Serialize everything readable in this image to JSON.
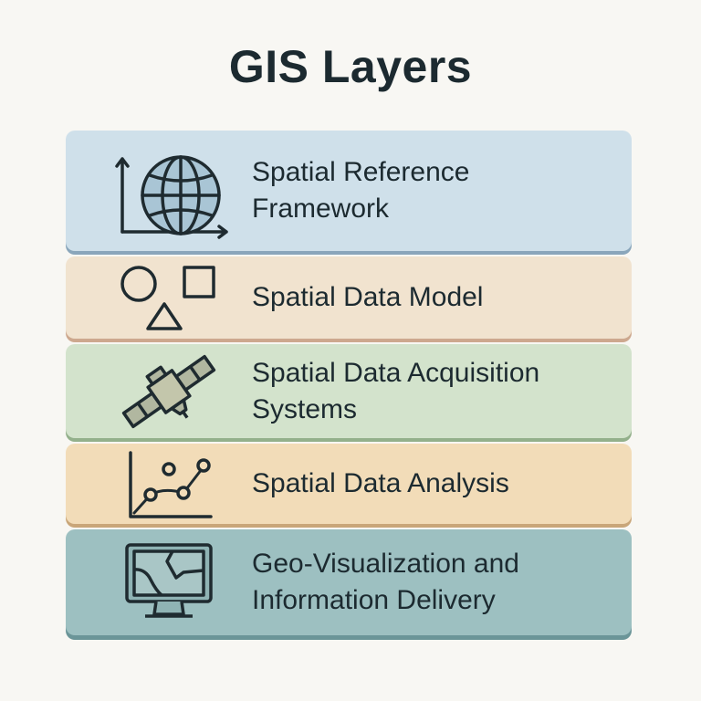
{
  "header": {
    "title": "GIS Layers"
  },
  "layers": [
    {
      "label": "Spatial Reference Framework",
      "icon": "globe-axes-icon",
      "color": "#cfe0ea"
    },
    {
      "label": "Spatial Data Model",
      "icon": "shapes-icon",
      "color": "#f1e3cf"
    },
    {
      "label": "Spatial Data Acquisition Systems",
      "icon": "satellite-icon",
      "color": "#d3e3cc"
    },
    {
      "label": "Spatial Data Analysis",
      "icon": "line-chart-icon",
      "color": "#f2dcb8"
    },
    {
      "label": "Geo-Visualization and Information Delivery",
      "icon": "monitor-map-icon",
      "color": "#9dc0c1"
    }
  ]
}
